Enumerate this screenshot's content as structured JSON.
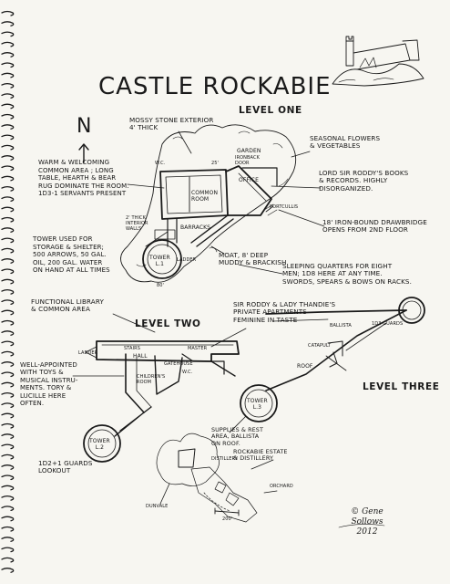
{
  "title": "CASTLE ROCKABIE",
  "levels": {
    "one": "LEVEL ONE",
    "two": "LEVEL TWO",
    "three": "LEVEL THREE"
  },
  "compass": {
    "north": "N"
  },
  "notes": {
    "mossy": "MOSSY STONE EXTERIOR\n4' THICK",
    "seasonal": "SEASONAL FLOWERS\n& VEGETABLES",
    "warm": "WARM & WELCOMING\nCOMMON AREA ; LONG\nTABLE, HEARTH & BEAR\nRUG DOMINATE THE ROOM.\n1d3-1 SERVANTS PRESENT",
    "lord": "LORD SIR RODDY'S BOOKS\n& RECORDS. HIGHLY\nDISORGANIZED.",
    "interior_walls": "2' THICK\nINTERIOR\nWALLS",
    "drawbridge": "18' IRON-BOUND DRAWBRIDGE\nOPENS FROM 2ND FLOOR",
    "tower_storage": "TOWER USED FOR\nSTORAGE & SHELTER;\n500 ARROWS, 50 GAL.\nOIL, 200 GAL. WATER\nON HAND AT ALL TIMES",
    "moat": "MOAT, 8' DEEP\nMUDDY & BRACKISH",
    "sleeping": "SLEEPING QUARTERS FOR EIGHT\nMEN; 1d8 HERE AT ANY TIME.\nSWORDS, SPEARS & BOWS ON RACKS.",
    "library": "FUNCTIONAL LIBRARY\n& COMMON AREA",
    "apartments": "SIR RODDY & LADY THANDIE'S\nPRIVATE APARTMENTS\nFEMININE IN TASTE",
    "toys": "WELL-APPOINTED\nWITH TOYS &\nMUSICAL INSTRU-\nMENTS. TORY &\nLUCILLE HERE\nOFTEN.",
    "guards_lookout": "1d2+1 GUARDS\nLOOKOUT",
    "supplies": "SUPPLIES & REST\nAREA, BALLISTA\nON ROOF.",
    "estate": "ROCKABIE ESTATE\n& DISTILLERY",
    "guards3": "1d3 GUARDS"
  },
  "rooms": {
    "wc1": "W.C.",
    "common_room": "COMMON\nROOM",
    "office": "OFFICE",
    "garden": "GARDEN",
    "back_door": "IRONBACK\nDOOR",
    "portcullis": "PORTCULLIS",
    "barracks": "BARRACKS",
    "tower_l1": "TOWER\nL.1",
    "ladder1": "LADDER",
    "ladder2": "LADDER",
    "stairs": "STAIRS",
    "hall": "HALL",
    "master": "MASTER",
    "childrens": "CHILDREN'S\nROOM",
    "wc2": "W.C.",
    "gatehouse": "GATEHOUSE",
    "tower_l2": "TOWER\nL.2",
    "ballista": "BALLISTA",
    "catapult": "CATAPULT",
    "roof": "ROOF",
    "tower_l3": "TOWER\nL.3",
    "orchard": "ORCHARD",
    "dunvale": "DUNVALE",
    "distillery": "DISTILLERY",
    "scale200": "200'",
    "wall_25": "25'",
    "dim_80": "80'"
  },
  "signature": {
    "name": "© Gene Sollows",
    "year": "2012"
  }
}
